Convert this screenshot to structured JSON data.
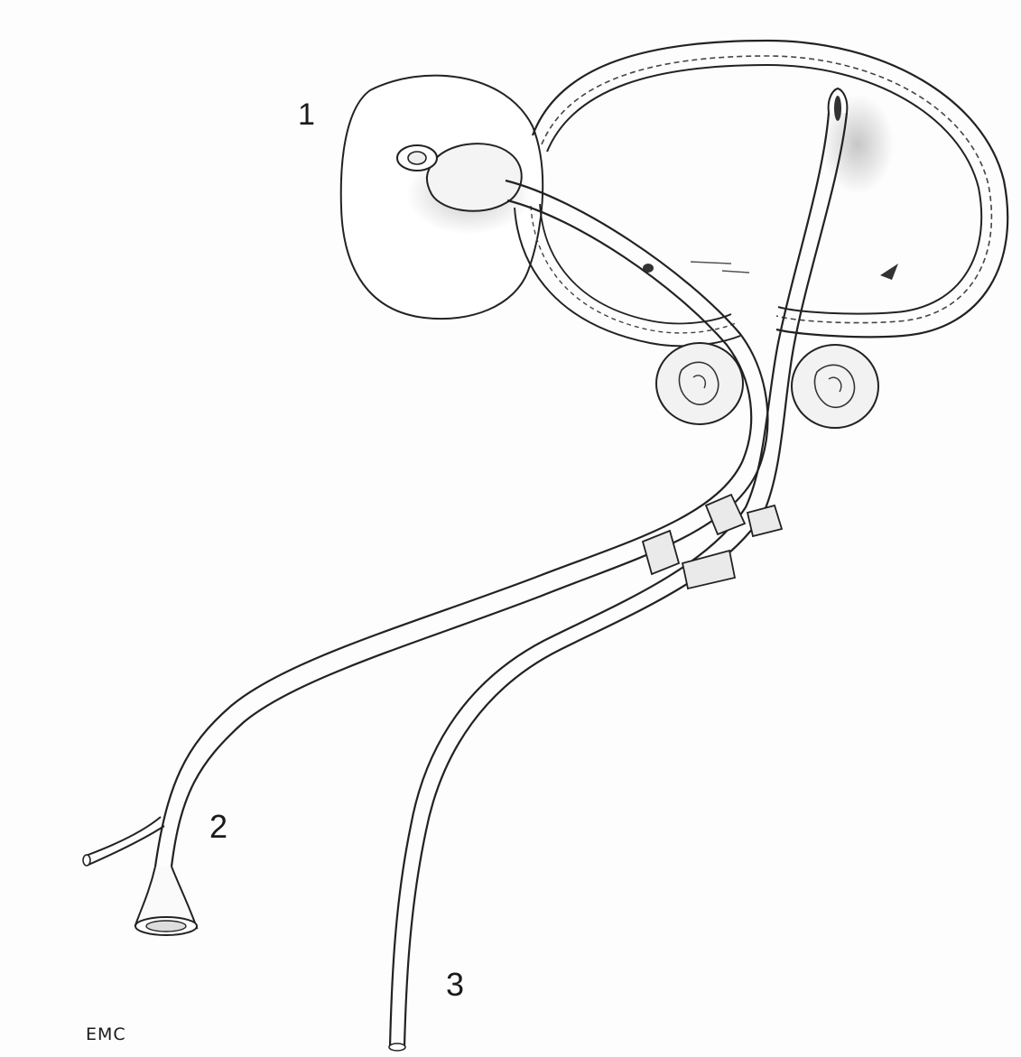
{
  "figure": {
    "labels": {
      "one": "1",
      "two": "2",
      "three": "3"
    },
    "credit": "EMC"
  }
}
